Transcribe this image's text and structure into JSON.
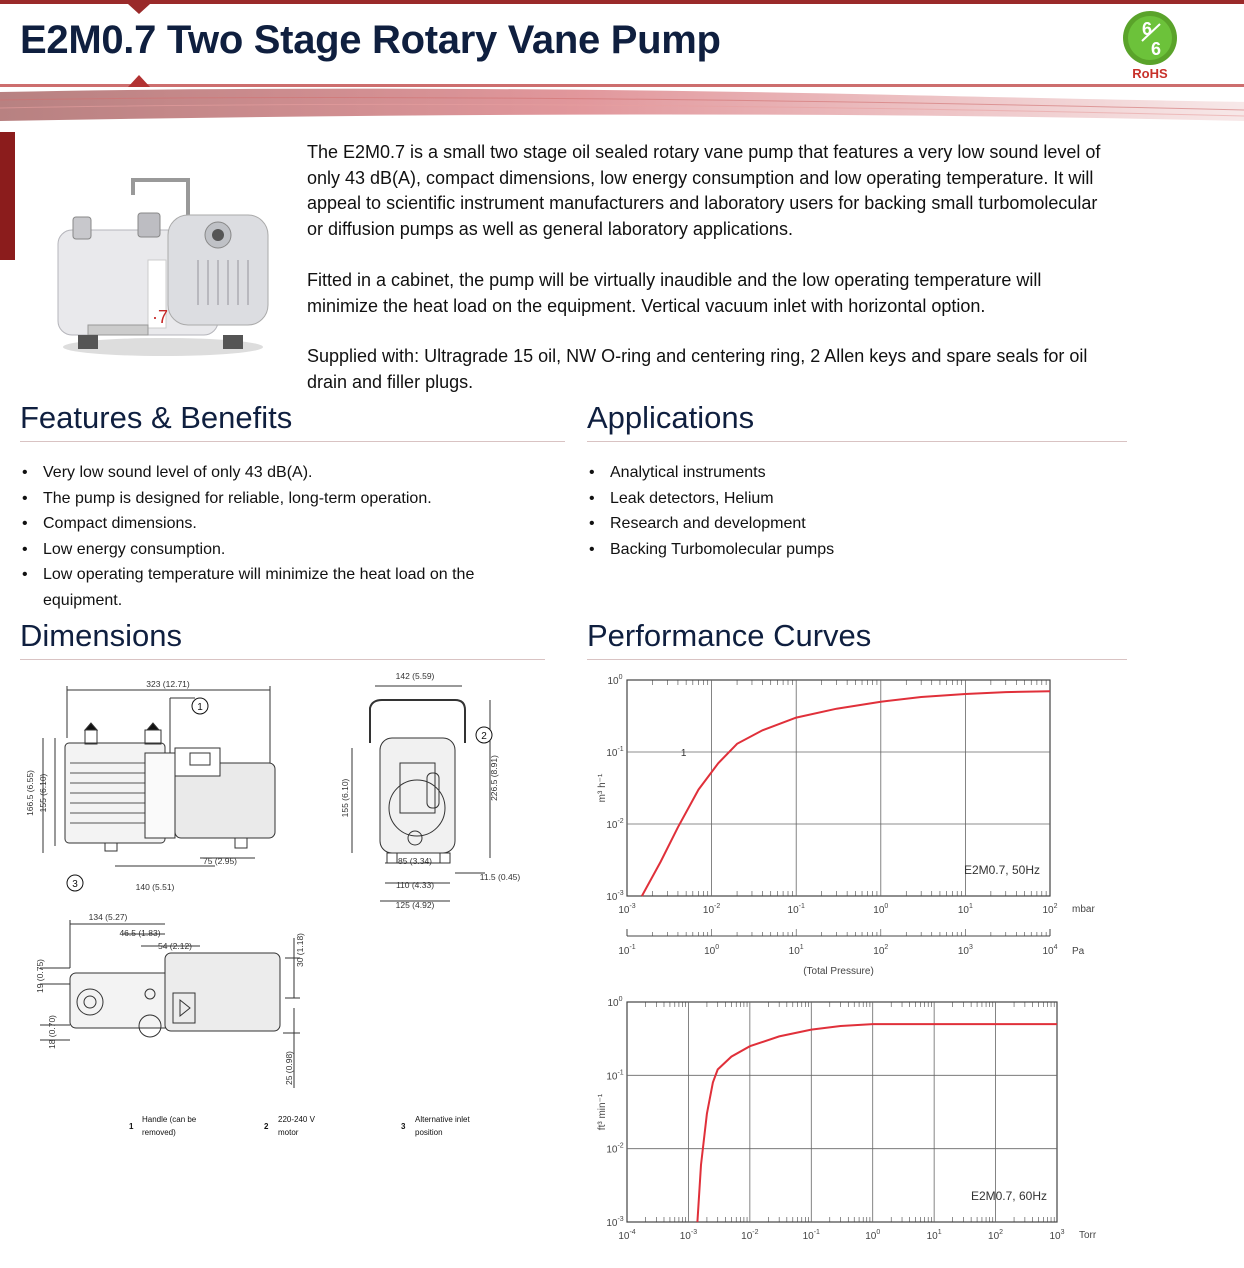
{
  "header": {
    "title": "E2M0.7 Two Stage Rotary Vane Pump",
    "rohs_label": "RoHS",
    "rohs_top": "6",
    "rohs_bottom": "6"
  },
  "intro": {
    "p1": "The E2M0.7 is a small two stage oil sealed rotary vane pump that features a very low sound level of only 43 dB(A), compact dimensions, low energy consumption and low operating temperature. It will appeal to scientific instrument manufacturers and laboratory users for backing small turbomolecular or diffusion pumps as well as general laboratory applications.",
    "p2": "Fitted in a cabinet, the pump will be virtually inaudible and the low operating temperature will minimize the heat load on the equipment. Vertical vacuum inlet with horizontal option.",
    "p3": "Supplied with: Ultragrade 15 oil, NW O-ring and centering ring, 2 Allen keys and spare seals for oil drain and filler plugs."
  },
  "features": {
    "title": "Features & Benefits",
    "items": [
      "Very low sound level of only 43 dB(A).",
      "The pump is designed for reliable, long-term operation.",
      "Compact dimensions.",
      "Low energy consumption.",
      "Low operating temperature will minimize the heat load on the equipment."
    ]
  },
  "applications": {
    "title": "Applications",
    "items": [
      "Analytical instruments",
      "Leak detectors, Helium",
      "Research and development",
      "Backing Turbomolecular pumps"
    ]
  },
  "dimensions": {
    "title": "Dimensions",
    "labels": {
      "d323": "323 (12.71)",
      "d1665": "166.5 (6.55)",
      "d155": "155 (6.10)",
      "d75": "75 (2.95)",
      "d140": "140 (5.51)",
      "d142": "142 (5.59)",
      "d2265": "226.5 (8.91)",
      "d155b": "155 (6.10)",
      "d85": "85 (3.34)",
      "d110": "110 (4.33)",
      "d125": "125 (4.92)",
      "d115": "11.5 (0.45)",
      "d134": "134 (5.27)",
      "d465": "46.5 (1.83)",
      "d54": "54 (2.12)",
      "d19": "19 (0.75)",
      "d18": "18 (0.70)",
      "d30": "30 (1.18)",
      "d25": "25 (0.98)"
    },
    "legend": [
      {
        "num": "1",
        "text1": "Handle (can be",
        "text2": "removed)"
      },
      {
        "num": "2",
        "text1": "220-240 V",
        "text2": "motor"
      },
      {
        "num": "3",
        "text1": "Alternative inlet",
        "text2": "position"
      }
    ]
  },
  "performance": {
    "title": "Performance Curves"
  },
  "chart_data": [
    {
      "type": "line",
      "title": "",
      "x_scale": "log",
      "y_scale": "log",
      "xlabel": "(Total Pressure)",
      "ylabel": "m³ h⁻¹",
      "x_units": "mbar",
      "x2_units": "Pa",
      "xlim": [
        0.001,
        100
      ],
      "ylim": [
        0.001,
        1
      ],
      "x_ticks": [
        "10-3",
        "10-2",
        "10-1",
        "100",
        "101",
        "102"
      ],
      "x2_ticks": [
        "10-1",
        "100",
        "101",
        "102",
        "103",
        "104"
      ],
      "y_ticks": [
        "100",
        "10-1",
        "10-2",
        "10-3"
      ],
      "annotation": "E2M0.7, 50Hz",
      "curve_label": "1",
      "grid": true,
      "color": "#e0303a",
      "series": [
        {
          "x": [
            0.0015,
            0.0025,
            0.004,
            0.007,
            0.012,
            0.02,
            0.04,
            0.1,
            0.3,
            1,
            3,
            10,
            30,
            100
          ],
          "y": [
            0.001,
            0.003,
            0.009,
            0.03,
            0.07,
            0.13,
            0.2,
            0.3,
            0.4,
            0.5,
            0.58,
            0.64,
            0.68,
            0.7
          ]
        }
      ]
    },
    {
      "type": "line",
      "title": "",
      "x_scale": "log",
      "y_scale": "log",
      "ylabel": "ft³ min⁻¹",
      "x_units": "Torr",
      "xlim": [
        0.0001,
        1000
      ],
      "ylim": [
        0.001,
        1
      ],
      "x_ticks": [
        "10-4",
        "10-3",
        "10-2",
        "10-1",
        "100",
        "101",
        "102",
        "103"
      ],
      "y_ticks": [
        "100",
        "10-1",
        "10-2",
        "10-3"
      ],
      "annotation": "E2M0.7, 60Hz",
      "grid": true,
      "color": "#e0303a",
      "series": [
        {
          "x": [
            0.0014,
            0.0016,
            0.002,
            0.0025,
            0.003,
            0.005,
            0.01,
            0.03,
            0.1,
            0.3,
            1,
            10,
            100,
            1000
          ],
          "y": [
            0.001,
            0.006,
            0.03,
            0.08,
            0.12,
            0.18,
            0.25,
            0.34,
            0.42,
            0.47,
            0.5,
            0.5,
            0.5,
            0.5
          ]
        }
      ]
    }
  ]
}
